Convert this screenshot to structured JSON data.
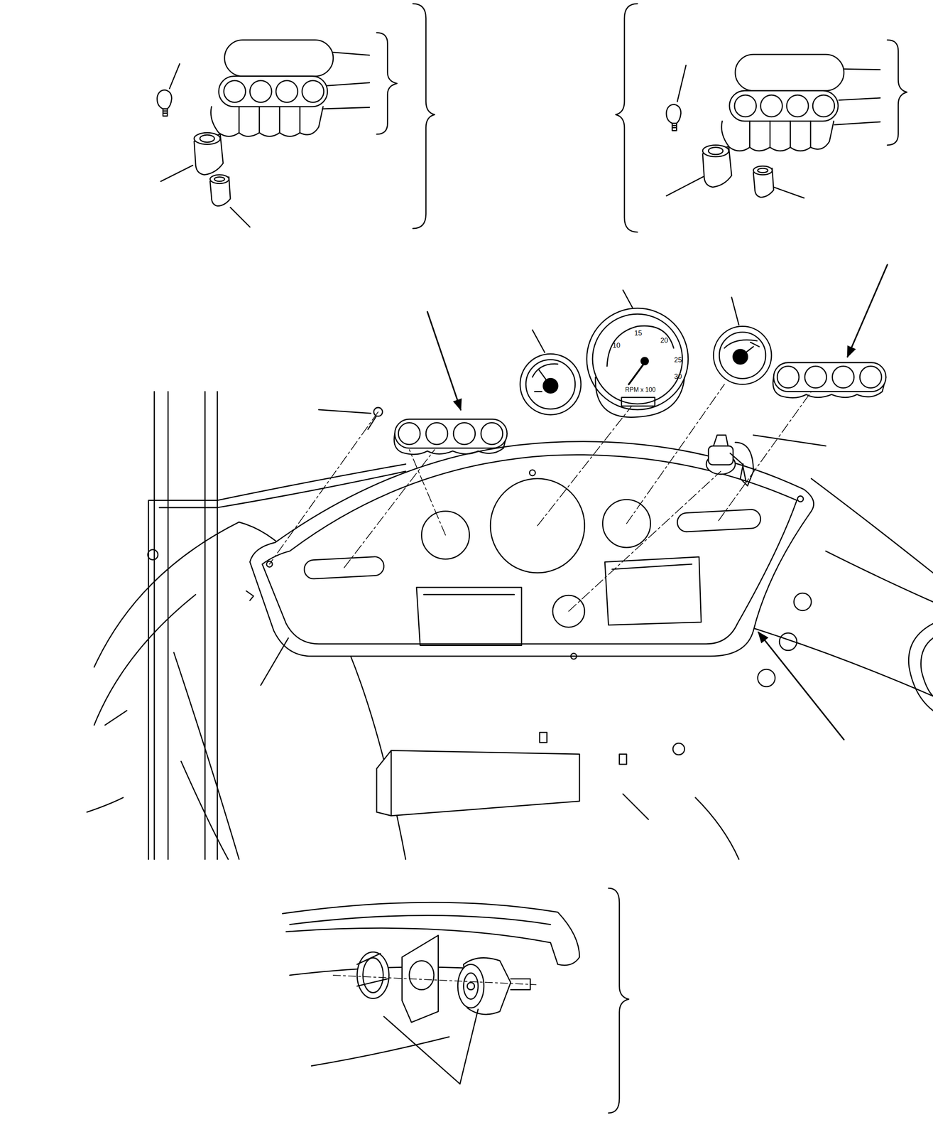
{
  "diagram": {
    "labels": [
      "10",
      "15",
      "20",
      "25",
      "30",
      "RPM x 100"
    ]
  }
}
